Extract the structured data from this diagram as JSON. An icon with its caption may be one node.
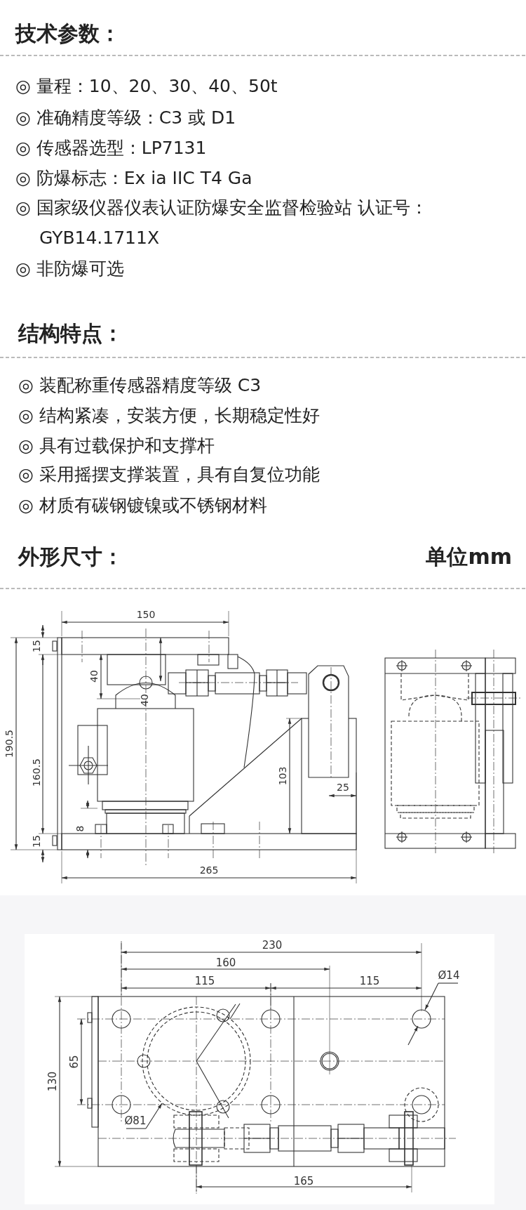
{
  "diagram": {
    "labels": [
      "技术参数：",
      "◎ 量程：10、20、30、40、50t",
      "◎ 准确精度等级：C3 或 D1",
      "◎ 传感器选型：LP7131",
      "◎ 防爆标志：Ex ia IIC T4 Ga",
      "◎ 国家级仪器仪表认证防爆安全监督检验站 认证号：GYB14.1711X",
      "◎ 非防爆可选",
      "结构特点：",
      "◎ 装配称重传感器精度等级 C3",
      "◎ 结构紧凑，安装方便，长期稳定性好",
      "◎ 具有过载保护和支撑杆",
      "◎ 采用摇摆支撑装置，具有自复位功能",
      "◎ 材质有碳钢镀镍或不锈钢材料",
      "外形尺寸：",
      "单位mm",
      "150",
      "15",
      "190.5",
      "40",
      "40",
      "160.5",
      "103",
      "25",
      "8",
      "15",
      "265",
      "230",
      "160",
      "115",
      "115",
      "Ø14",
      "65",
      "130",
      "Ø81",
      "165"
    ]
  }
}
